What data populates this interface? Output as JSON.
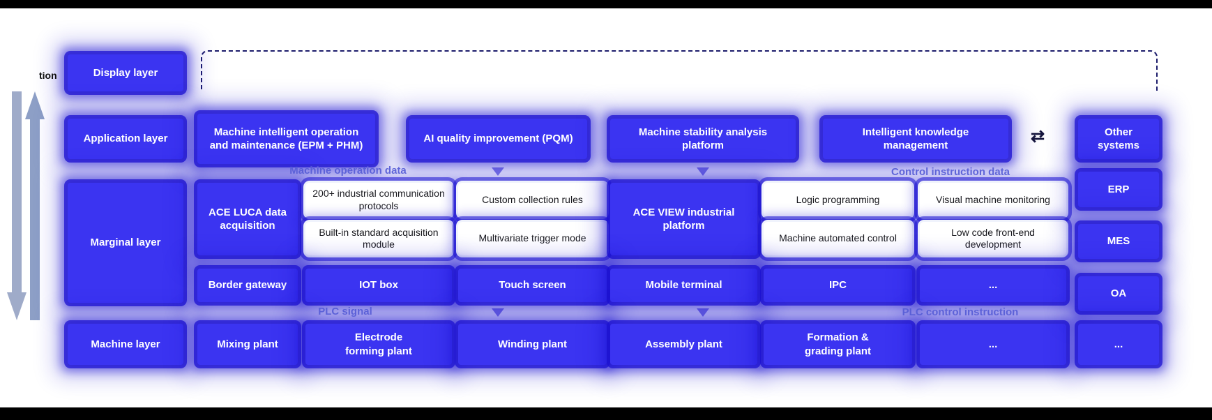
{
  "colors": {
    "accent": "#3b34f1",
    "glow": "#1e14d5",
    "flow_label": "#565cd6",
    "dashed_border": "#1c1c6b",
    "side_arrow": "#9aa6c6"
  },
  "fragment_text": "tion",
  "icons": {
    "bidirectional_arrow": "⇄"
  },
  "layer_labels": {
    "display": "Display layer",
    "application": "Application layer",
    "marginal": "Marginal layer",
    "machine": "Machine layer"
  },
  "application_row": {
    "items": [
      "Machine intelligent operation and maintenance (EPM + PHM)",
      "AI quality improvement (PQM)",
      "Machine stability analysis platform",
      "Intelligent knowledge management"
    ]
  },
  "marginal_row": {
    "ace_luca": "ACE LUCA data acquisition",
    "luca_features": [
      "200+ industrial communication protocols",
      "Built-in standard acquisition module"
    ],
    "collection_features": [
      "Custom collection rules",
      "Multivariate trigger mode"
    ],
    "ace_view": "ACE VIEW industrial platform",
    "control_features": [
      "Logic programming",
      "Machine automated control"
    ],
    "dev_features": [
      "Visual machine monitoring",
      "Low code front-end development"
    ]
  },
  "hardware_row": {
    "items": [
      "Border gateway",
      "IOT box",
      "Touch screen",
      "Mobile terminal",
      "IPC",
      "..."
    ]
  },
  "machine_row": {
    "items": [
      "Mixing plant",
      "Electrode forming plant",
      "Winding plant",
      "Assembly plant",
      "Formation & grading plant",
      "..."
    ]
  },
  "external_systems": {
    "items": [
      "Other systems",
      "ERP",
      "MES",
      "OA",
      "..."
    ]
  },
  "flow_labels": {
    "machine_operation_data": "Machine operation data",
    "control_instruction_data": "Control instruction data",
    "plc_signal": "PLC signal",
    "plc_control_instruction": "PLC control instruction"
  }
}
